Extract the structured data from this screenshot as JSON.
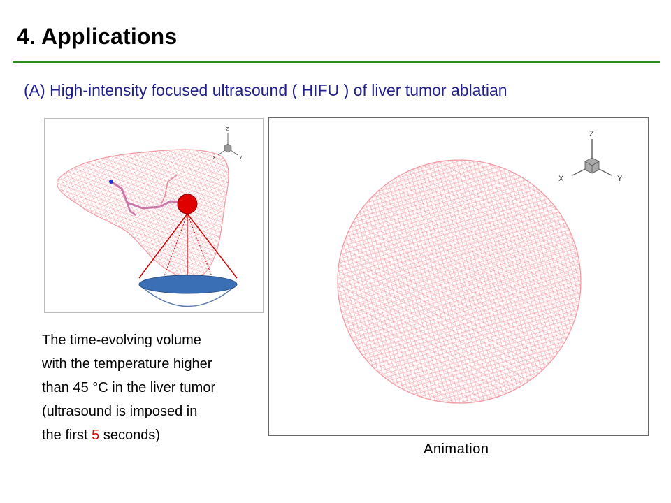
{
  "slide": {
    "title": "4. Applications",
    "subtitle": "(A) High-intensity focused ultrasound ( HIFU ) of liver tumor ablatian",
    "caption": {
      "line1": "The time-evolving volume",
      "line2": "with the temperature higher",
      "line3": "than 45 °C in the liver tumor",
      "line4": "(ultrasound is imposed in",
      "line5_pre": "the first ",
      "line5_num": "5",
      "line5_post": " seconds)"
    },
    "animation_label": "Animation",
    "axes": {
      "z": "Z",
      "x": "X",
      "y": "Y"
    },
    "colors": {
      "accent_rule": "#2e8b1e",
      "mesh": "#f4a0a8",
      "tumor": "#e00000",
      "transducer": "#3a6fb5",
      "highlight": "#e00000"
    }
  }
}
